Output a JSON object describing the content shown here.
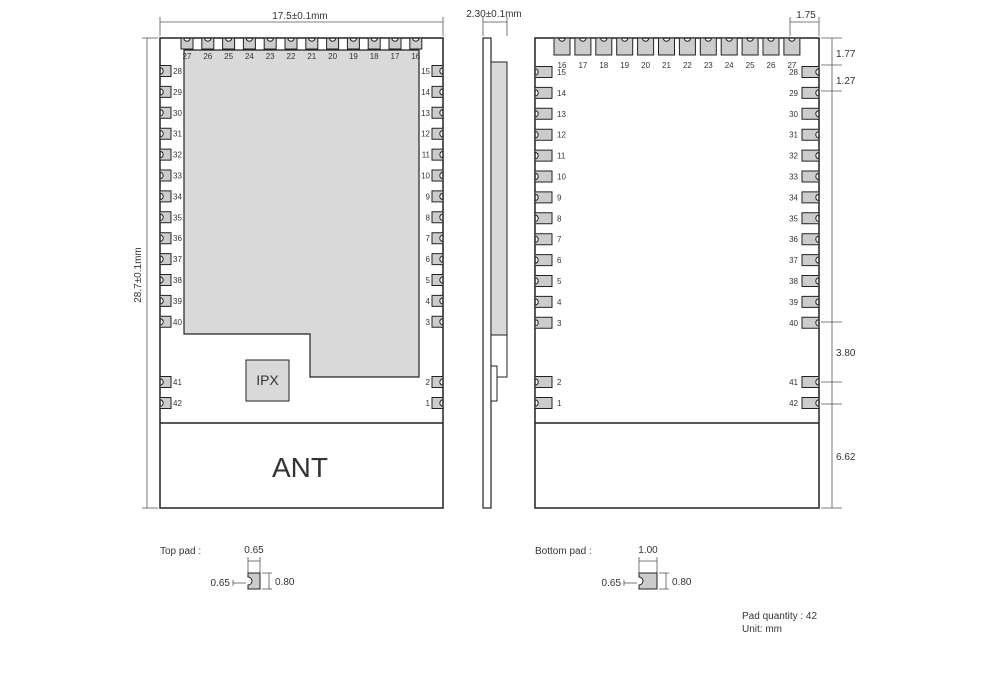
{
  "colors": {
    "pad_fill": "#cccccc",
    "shield_fill": "#d9d9d9",
    "stroke": "#222222",
    "text": "#333333"
  },
  "top_view": {
    "width_dim": "17.5±0.1mm",
    "height_dim": "28.7±0.1mm",
    "top_pins": [
      "27",
      "26",
      "25",
      "24",
      "23",
      "22",
      "21",
      "20",
      "19",
      "18",
      "17",
      "16"
    ],
    "left_pins": [
      "28",
      "29",
      "30",
      "31",
      "32",
      "33",
      "34",
      "35",
      "36",
      "37",
      "38",
      "39",
      "40"
    ],
    "right_pins": [
      "15",
      "14",
      "13",
      "12",
      "11",
      "10",
      "9",
      "8",
      "7",
      "6",
      "5",
      "4",
      "3"
    ],
    "left_bottom_pins": [
      "41",
      "42"
    ],
    "right_bottom_pins": [
      "2",
      "1"
    ],
    "connector_label": "IPX",
    "antenna_label": "ANT"
  },
  "side_view": {
    "thickness_dim": "2.30±0.1mm"
  },
  "bottom_view": {
    "top_pins": [
      "16",
      "17",
      "18",
      "19",
      "20",
      "21",
      "22",
      "23",
      "24",
      "25",
      "26",
      "27"
    ],
    "left_pins": [
      "15",
      "14",
      "13",
      "12",
      "11",
      "10",
      "9",
      "8",
      "7",
      "6",
      "5",
      "4",
      "3"
    ],
    "right_pins": [
      "28",
      "29",
      "30",
      "31",
      "32",
      "33",
      "34",
      "35",
      "36",
      "37",
      "38",
      "39",
      "40"
    ],
    "left_bottom_pins": [
      "2",
      "1"
    ],
    "right_bottom_pins": [
      "41",
      "42"
    ],
    "dim_top_right": "1.75",
    "dim_first_pad": "1.77",
    "dim_pitch": "1.27",
    "dim_gap": "3.80",
    "dim_antenna": "6.62"
  },
  "legend": {
    "top_pad_title": "Top pad :",
    "top_pad_w": "0.65",
    "top_pad_side": "0.65",
    "top_pad_h": "0.80",
    "bottom_pad_title": "Bottom pad :",
    "bottom_pad_w": "1.00",
    "bottom_pad_side": "0.65",
    "bottom_pad_h": "0.80",
    "pad_quantity": "Pad quantity : 42",
    "unit": "Unit:  mm"
  }
}
